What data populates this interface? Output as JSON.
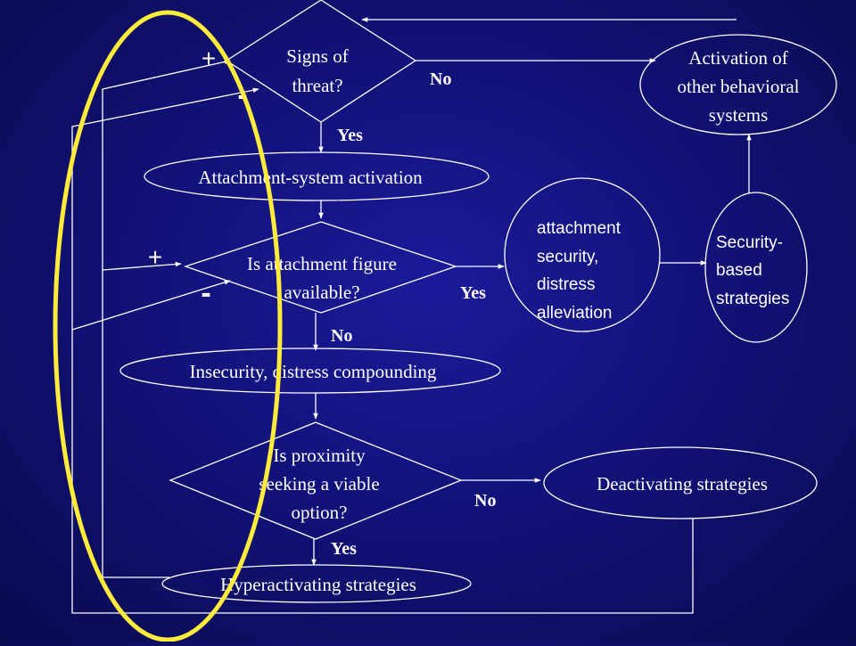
{
  "colors": {
    "background": "#14147f",
    "line": "#ffffff",
    "highlight": "#ffeb3b"
  },
  "nodes": {
    "threat": [
      "Signs of",
      "threat?"
    ],
    "activation_other": [
      "Activation of",
      "other behavioral",
      "systems"
    ],
    "attachment_activation": "Attachment-system activation",
    "figure_available": [
      "Is attachment figure",
      "available?"
    ],
    "attachment_security": [
      "attachment",
      "security,",
      "distress",
      "alleviation"
    ],
    "security_strategies": [
      "Security-",
      "based",
      "strategies"
    ],
    "insecurity": "Insecurity, distress compounding",
    "proximity_viable": [
      "Is proximity",
      "seeking a viable",
      "option?"
    ],
    "deactivating": "Deactivating strategies",
    "hyperactivating": "Hyperactivating strategies"
  },
  "edge_labels": {
    "threat_no": "No",
    "threat_yes": "Yes",
    "figure_yes": "Yes",
    "figure_no": "No",
    "proximity_no": "No",
    "proximity_yes": "Yes"
  },
  "signs": {
    "threat_plus": "+",
    "threat_minus": "-",
    "figure_plus": "+",
    "figure_minus": "-"
  }
}
